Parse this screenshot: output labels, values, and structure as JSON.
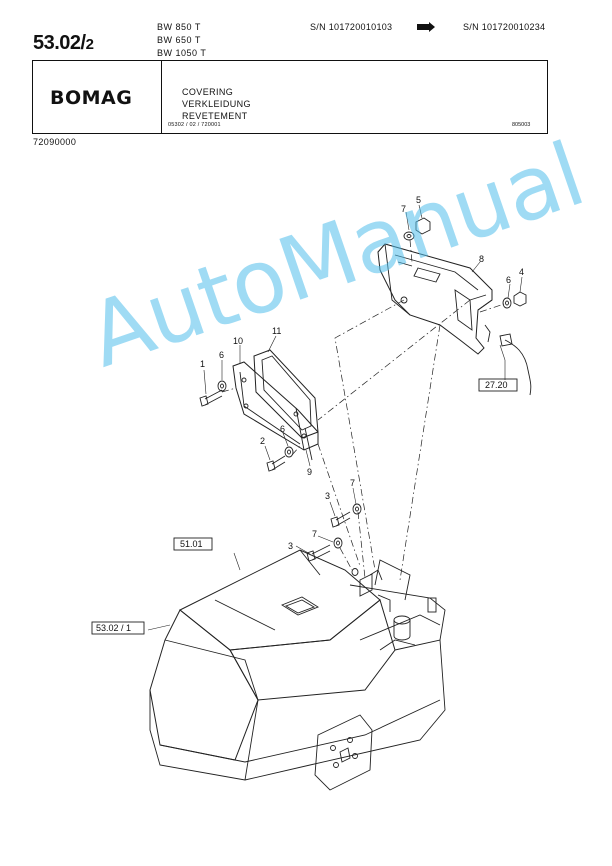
{
  "header": {
    "page_code_main": "53.02/",
    "page_code_sub": "2",
    "models": [
      "BW 850 T",
      "BW 650 T",
      "BW 1050 T"
    ],
    "serial_from": "S/N 101720010103",
    "serial_to": "S/N 101720010234",
    "brand": "BOMAG",
    "titles": [
      "COVERING",
      "VERKLEIDUNG",
      "REVETEMENT"
    ],
    "ref_code": "05302 / 02 / 720001",
    "ref_number": "805003",
    "part_number": "72090000"
  },
  "diagram": {
    "callouts": [
      "1",
      "2",
      "3",
      "3",
      "4",
      "5",
      "6",
      "6",
      "6",
      "7",
      "7",
      "7",
      "8",
      "9",
      "10",
      "11"
    ],
    "references": [
      "27.20",
      "51.01",
      "53.02 / 1"
    ]
  },
  "watermark": "AutoManual"
}
